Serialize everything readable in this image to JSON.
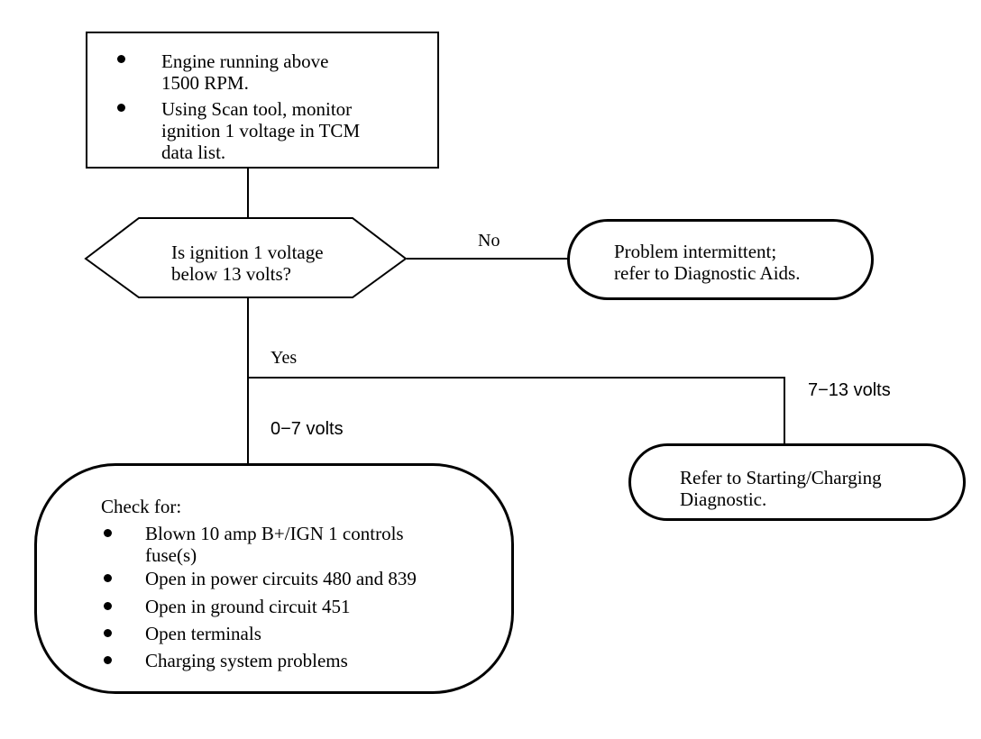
{
  "start": {
    "steps": [
      "Engine running above\n1500 RPM.",
      "Using Scan tool, monitor\nignition 1 voltage in TCM\ndata list."
    ]
  },
  "decision": {
    "question": "Is ignition 1 voltage\nbelow 13 volts?"
  },
  "branches": {
    "no": "No",
    "yes": "Yes",
    "low_range": "0−7 volts",
    "mid_range": "7−13 volts"
  },
  "outcomes": {
    "intermittent": "Problem intermittent;\nrefer to Diagnostic Aids.",
    "charging": "Refer to Starting/Charging\nDiagnostic.",
    "check": {
      "heading": "Check for:",
      "items": [
        "Blown 10 amp B+/IGN 1 controls\nfuse(s)",
        "Open in power circuits 480 and 839",
        "Open in ground circuit 451",
        "Open terminals",
        "Charging system problems"
      ]
    }
  }
}
